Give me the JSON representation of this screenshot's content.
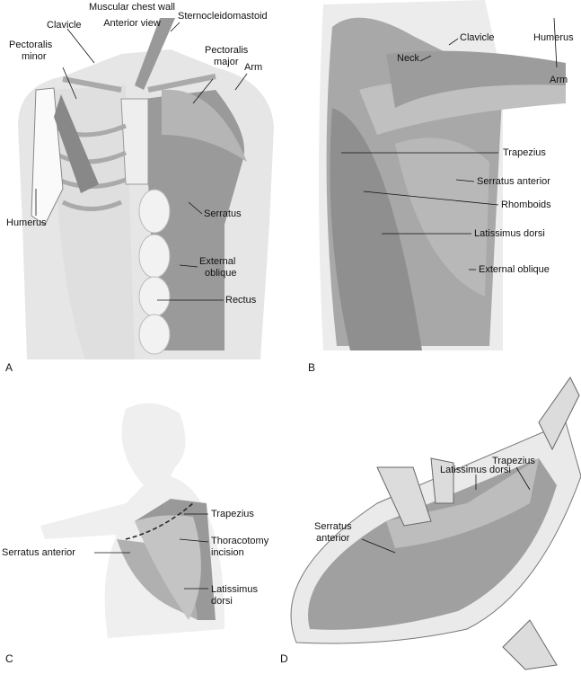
{
  "panel_a": {
    "letter": "A",
    "title": "Muscular chest wall",
    "subtitle": "Anterior view",
    "labels": {
      "clavicle": "Clavicle",
      "sternocleidomastoid": "Sternocleidomastoid",
      "pectoralis_minor": [
        "Pectoralis",
        "minor"
      ],
      "pectoralis_major": [
        "Pectoralis",
        "major"
      ],
      "arm": "Arm",
      "humerus": "Humerus",
      "serratus": "Serratus",
      "external_oblique": [
        "External",
        "oblique"
      ],
      "rectus": "Rectus"
    }
  },
  "panel_b": {
    "letter": "B",
    "labels": {
      "neck": "Neck",
      "clavicle": "Clavicle",
      "humerus": "Humerus",
      "arm": "Arm",
      "trapezius": "Trapezius",
      "serratus_anterior": "Serratus anterior",
      "rhomboids": "Rhomboids",
      "latissimus_dorsi": "Latissimus dorsi",
      "external_oblique": "External oblique"
    }
  },
  "panel_c": {
    "letter": "C",
    "labels": {
      "trapezius": "Trapezius",
      "thoracotomy_incision": [
        "Thoracotomy",
        "incision"
      ],
      "serratus_anterior": "Serratus anterior",
      "latissimus_dorsi": [
        "Latissimus",
        "dorsi"
      ]
    }
  },
  "panel_d": {
    "letter": "D",
    "labels": {
      "trapezius": "Trapezius",
      "latissimus_dorsi": "Latissimus dorsi",
      "serratus_anterior": [
        "Serratus",
        "anterior"
      ]
    }
  }
}
